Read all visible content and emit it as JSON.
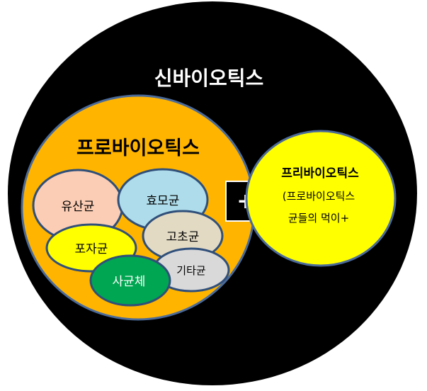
{
  "outer": {
    "title": "신바이오틱스",
    "fill": "#000000",
    "text_color": "#ffffff"
  },
  "probiotics": {
    "title": "프로바이오틱스",
    "fill": "#ffb400",
    "stroke": "#4a6a9a"
  },
  "strains": {
    "lactic": {
      "label": "유산균",
      "fill": "#fbcdb4"
    },
    "yeast": {
      "label": "효모균",
      "fill": "#aedcea"
    },
    "bacillus": {
      "label": "고초균",
      "fill": "#e3dac4"
    },
    "photo": {
      "label": "포자균",
      "fill": "#ffff00"
    },
    "other": {
      "label": "기타균",
      "fill": "#d9d9d9"
    },
    "dead": {
      "label": "사균체",
      "fill": "#00a651"
    }
  },
  "plus": {
    "symbol": "+",
    "fill": "#000000",
    "text_color": "#ffffff"
  },
  "prebiotics": {
    "title": "프리바이오틱스",
    "desc_line1": "(프로바이오틱스",
    "desc_line2": "균들의 먹이+",
    "fill": "#ffff00",
    "stroke": "#4a6a9a"
  }
}
